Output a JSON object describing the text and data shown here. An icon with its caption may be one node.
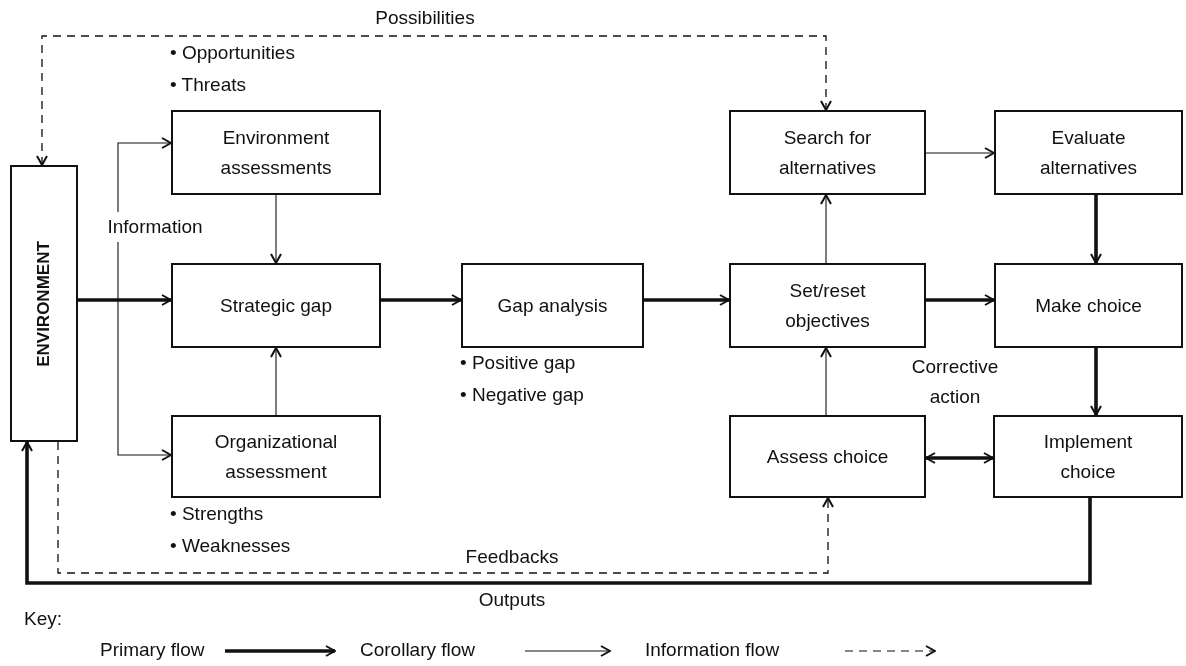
{
  "diagram": {
    "nodes": [
      {
        "text": [
          "ENVIRONMENT"
        ]
      },
      {
        "text": [
          "Environment assessments"
        ],
        "beside": [
          "• Opportunities",
          "• Threats"
        ]
      },
      {
        "text": [
          "Strategic gap"
        ]
      },
      {
        "text": [
          "Organizational assessment"
        ],
        "beside": [
          "• Strengths",
          "• Weaknesses"
        ]
      },
      {
        "text": [
          "Gap analysis"
        ],
        "beside": [
          "• Positive gap",
          "• Negative gap"
        ]
      },
      {
        "text": [
          "Search for alternatives"
        ]
      },
      {
        "text": [
          "Evaluate alternatives"
        ]
      },
      {
        "text": [
          "Set/reset objectives"
        ]
      },
      {
        "text": [
          "Make choice"
        ]
      },
      {
        "text": [
          "Assess choice"
        ]
      },
      {
        "text": [
          "Implement choice"
        ]
      }
    ],
    "edges": [
      {
        "from": 0,
        "to": 2,
        "arrow": "to",
        "style": "thick"
      },
      {
        "from": 0,
        "to": 1,
        "arrow": "to",
        "label": "Information"
      },
      {
        "from": 0,
        "to": 3,
        "arrow": "to"
      },
      {
        "from": 1,
        "to": 2,
        "arrow": "to"
      },
      {
        "from": 3,
        "to": 2,
        "arrow": "to"
      },
      {
        "from": 2,
        "to": 4,
        "arrow": "to",
        "style": "thick"
      },
      {
        "from": 4,
        "to": 7,
        "arrow": "to",
        "style": "thick"
      },
      {
        "from": 7,
        "to": 5,
        "arrow": "to"
      },
      {
        "from": 5,
        "to": 6,
        "arrow": "to"
      },
      {
        "from": 6,
        "to": 8,
        "arrow": "to",
        "style": "thick"
      },
      {
        "from": 7,
        "to": 8,
        "arrow": "to",
        "style": "thick"
      },
      {
        "from": 8,
        "to": 10,
        "arrow": "to",
        "style": "thick"
      },
      {
        "from": 9,
        "to": 10,
        "arrow": "both",
        "style": "thick",
        "label": "Corrective action"
      },
      {
        "from": 9,
        "to": 7,
        "arrow": "to"
      },
      {
        "from": 0,
        "to": 5,
        "arrow": "both",
        "style": "dashed",
        "label": "Possibilities"
      },
      {
        "from": 0,
        "to": 9,
        "arrow": "to",
        "style": "dashed",
        "label": "Feedbacks"
      },
      {
        "from": 10,
        "to": 0,
        "arrow": "to",
        "style": "thick",
        "label": "Outputs"
      }
    ],
    "labels": [
      "Key:"
    ],
    "legend": [
      {
        "text": "Primary flow"
      },
      {
        "text": "Corollary flow"
      },
      {
        "text": "Information flow"
      }
    ]
  }
}
